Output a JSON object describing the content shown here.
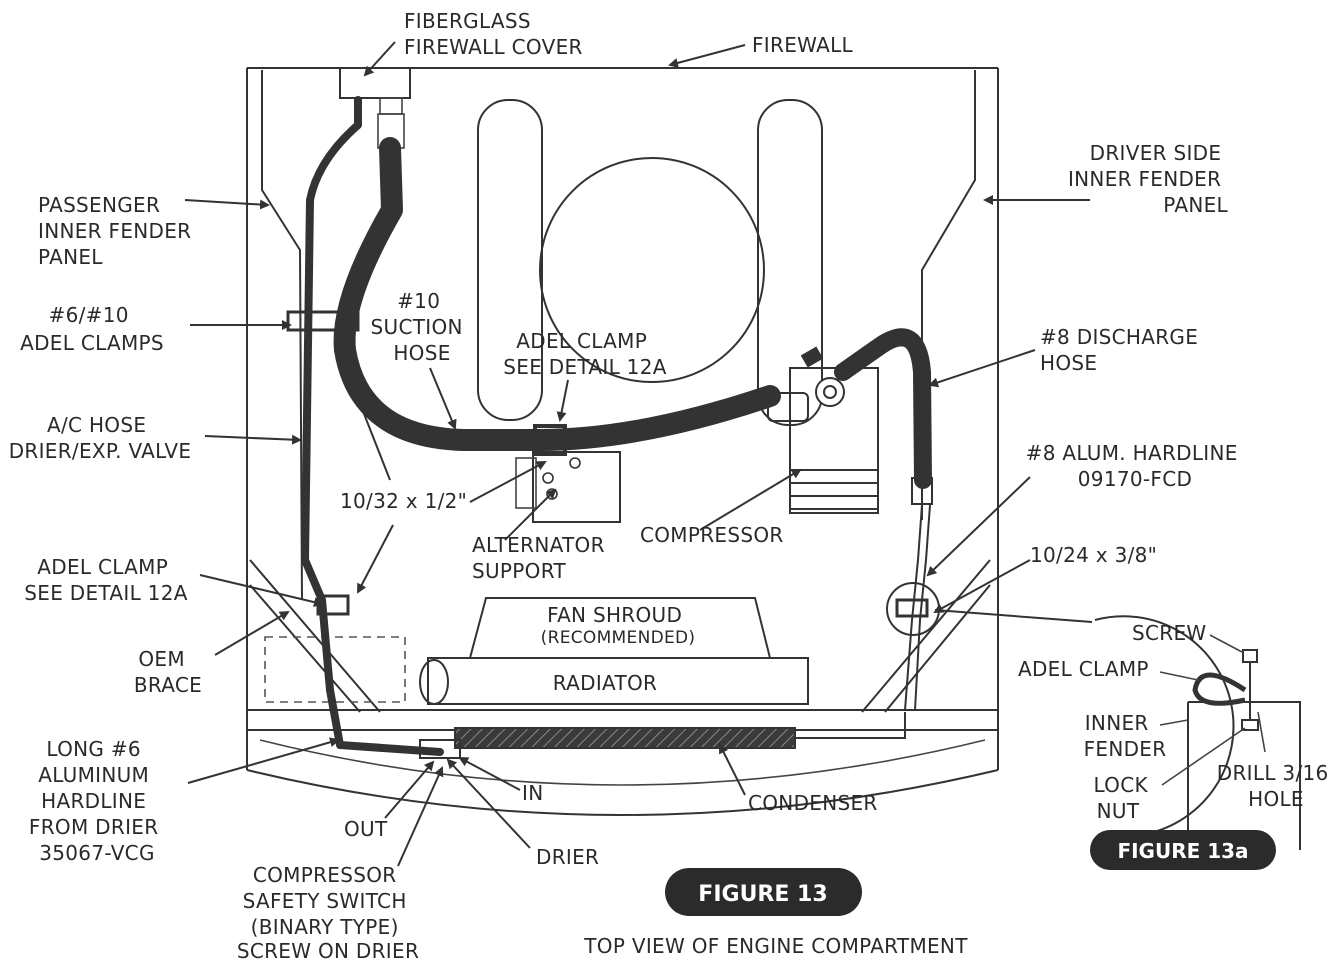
{
  "labels": {
    "fiberglass_cover": [
      "FIBERGLASS",
      "FIREWALL COVER"
    ],
    "firewall": [
      "FIREWALL"
    ],
    "driver_fender": [
      "DRIVER SIDE",
      "INNER FENDER",
      "PANEL"
    ],
    "passenger_fender": [
      "PASSENGER",
      "INNER FENDER",
      "PANEL"
    ],
    "adel_clamps_6_10": [
      "#6/#10",
      "ADEL CLAMPS"
    ],
    "suction_hose": [
      "#10",
      "SUCTION",
      "HOSE"
    ],
    "adel_clamp_top": [
      "ADEL CLAMP",
      "SEE DETAIL 12A"
    ],
    "discharge_hose": [
      "#8 DISCHARGE",
      "HOSE"
    ],
    "ac_hose": [
      "A/C HOSE",
      "DRIER/EXP. VALVE"
    ],
    "alum_hardline": [
      "#8 ALUM. HARDLINE",
      "09170-FCD"
    ],
    "screw_10_32": [
      "10/32 x 1/2\""
    ],
    "compressor": [
      "COMPRESSOR"
    ],
    "alternator_support": [
      "ALTERNATOR",
      "SUPPORT"
    ],
    "screw_10_24": [
      "10/24 x 3/8\""
    ],
    "adel_clamp_left": [
      "ADEL CLAMP",
      "SEE DETAIL 12A"
    ],
    "fan_shroud": [
      "FAN SHROUD",
      "(RECOMMENDED)"
    ],
    "radiator": [
      "RADIATOR"
    ],
    "oem_brace": [
      "OEM",
      "BRACE"
    ],
    "long_hardline": [
      "LONG #6",
      "ALUMINUM",
      "HARDLINE",
      "FROM DRIER",
      "35067-VCG"
    ],
    "in": [
      "IN"
    ],
    "out": [
      "OUT"
    ],
    "condenser": [
      "CONDENSER"
    ],
    "drier": [
      "DRIER"
    ],
    "safety_switch": [
      "COMPRESSOR",
      "SAFETY SWITCH",
      "(BINARY TYPE)",
      "SCREW ON DRIER"
    ],
    "detail_screw": [
      "SCREW"
    ],
    "detail_adel_clamp": [
      "ADEL CLAMP"
    ],
    "detail_inner_fender": [
      "INNER",
      "FENDER"
    ],
    "detail_lock_nut": [
      "LOCK",
      "NUT"
    ],
    "detail_drill": [
      "DRILL 3/16",
      "HOLE"
    ]
  },
  "figure_13": "FIGURE 13",
  "figure_13a": "FIGURE 13a",
  "caption": "TOP VIEW OF ENGINE COMPARTMENT"
}
